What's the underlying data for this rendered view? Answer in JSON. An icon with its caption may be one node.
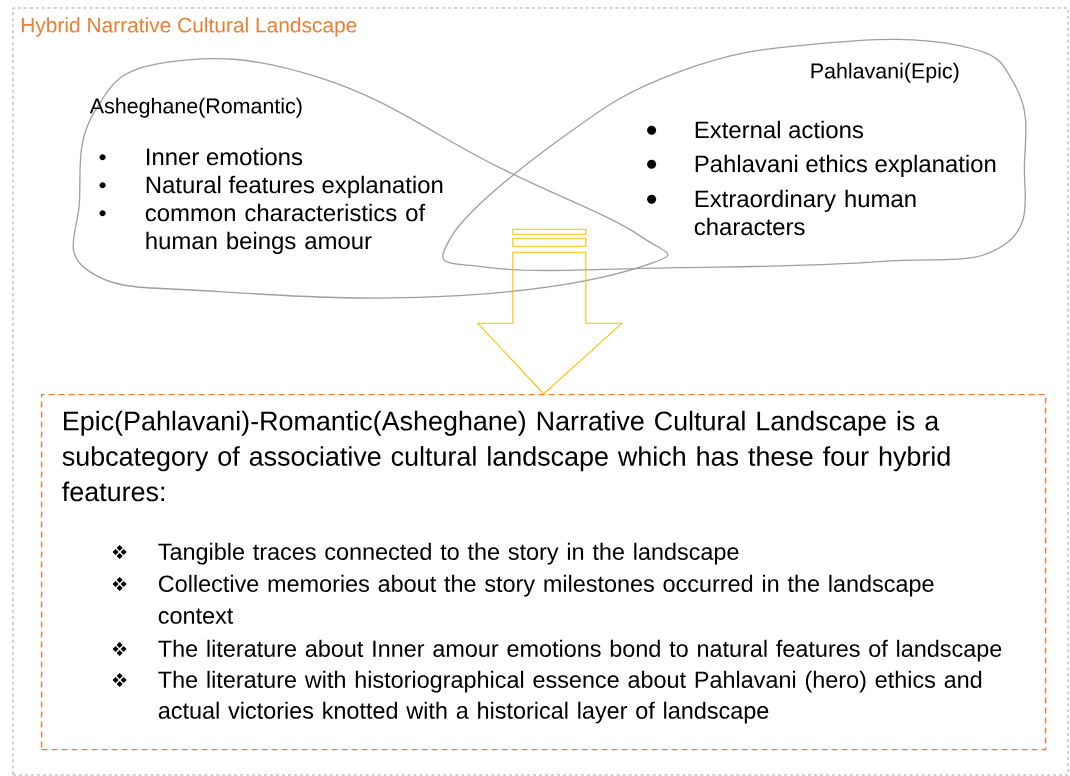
{
  "diagram": {
    "nodes": [
      {
        "text": [
          "Hybrid Narrative Cultural Landscape"
        ]
      },
      {
        "text": [
          "Asheghane(Romantic)",
          "Inner emotions",
          "Natural features explanation",
          "common characteristics of human beings amour"
        ],
        "in": 0
      },
      {
        "text": [
          "Pahlavani(Epic)",
          "External actions",
          "Pahlavani ethics explanation",
          "Extraordinary human characters"
        ],
        "in": 0
      },
      {
        "text": [
          "Epic(Pahlavani)-Romantic(Asheghane) Narrative Cultural Landscape is a subcategory of associative cultural landscape which has these four hybrid features:",
          "Tangible traces connected to the story in the landscape",
          "Collective memories about the story milestones occurred in the landscape context",
          "The literature about Inner amour emotions bond to natural features of landscape",
          "The literature with historiographical essence about Pahlavani (hero) ethics and actual victories knotted with a historical layer of landscape"
        ],
        "in": 0
      }
    ],
    "edges": [
      {
        "from": 1,
        "to": 3,
        "arrow": "to"
      },
      {
        "from": 2,
        "to": 3,
        "arrow": "to"
      }
    ]
  }
}
